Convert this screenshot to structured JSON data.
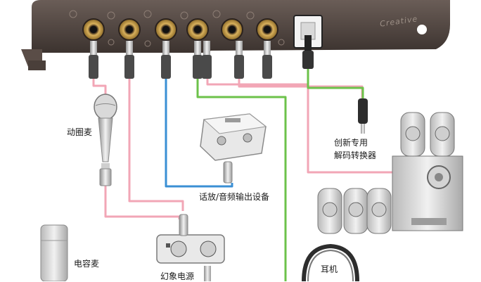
{
  "labels": {
    "dynamic_mic": "动圈麦",
    "creative_converter_line1": "创新专用",
    "creative_converter_line2": "解码转换器",
    "speaker_device": "话放/音频输出设备",
    "condenser_mic": "电容麦",
    "phantom_power": "幻象电源",
    "headphones": "耳机"
  },
  "card_brand": "Creative",
  "colors": {
    "card_body": "#4a3f3a",
    "jack_gold": "#c9a04a",
    "cable_pink": "#f2a6b6",
    "cable_blue": "#3a8fd4",
    "cable_green": "#6cc24a",
    "device_gray": "#cfcfcf",
    "text": "#1a1a1a"
  }
}
